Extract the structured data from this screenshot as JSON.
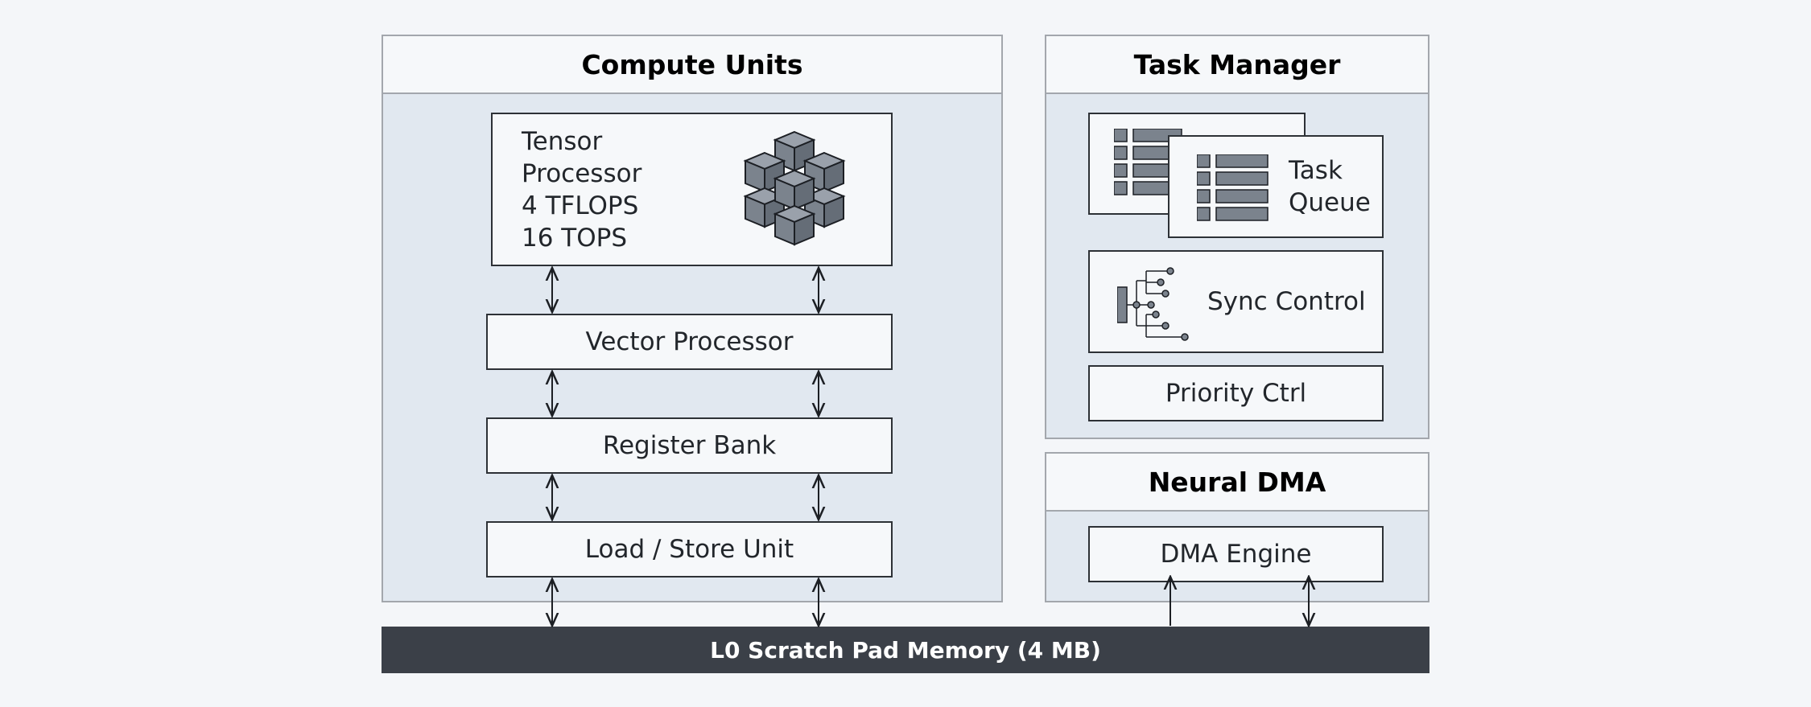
{
  "compute_units": {
    "title": "Compute Units",
    "tensor_processor": {
      "lines": [
        "Tensor",
        "Processor",
        "4 TFLOPS",
        "16 TOPS"
      ],
      "icon": "cube-cluster-icon"
    },
    "vector_processor": "Vector Processor",
    "register_bank": "Register Bank",
    "load_store_unit": "Load / Store Unit"
  },
  "task_manager": {
    "title": "Task Manager",
    "task_queue": {
      "lines": [
        "Task",
        "Queue"
      ],
      "icon": "list-icon"
    },
    "sync_control": {
      "label": "Sync Control",
      "icon": "tree-network-icon"
    },
    "priority_ctrl": "Priority Ctrl"
  },
  "neural_dma": {
    "title": "Neural DMA",
    "dma_engine": "DMA Engine"
  },
  "memory": "L0 Scratch Pad Memory (4 MB)",
  "colors": {
    "panel_fill": "#e1e8f0",
    "box_fill": "#f6f8fa",
    "memory_bar": "#3b4048",
    "icon_fill": "#7b838d"
  }
}
